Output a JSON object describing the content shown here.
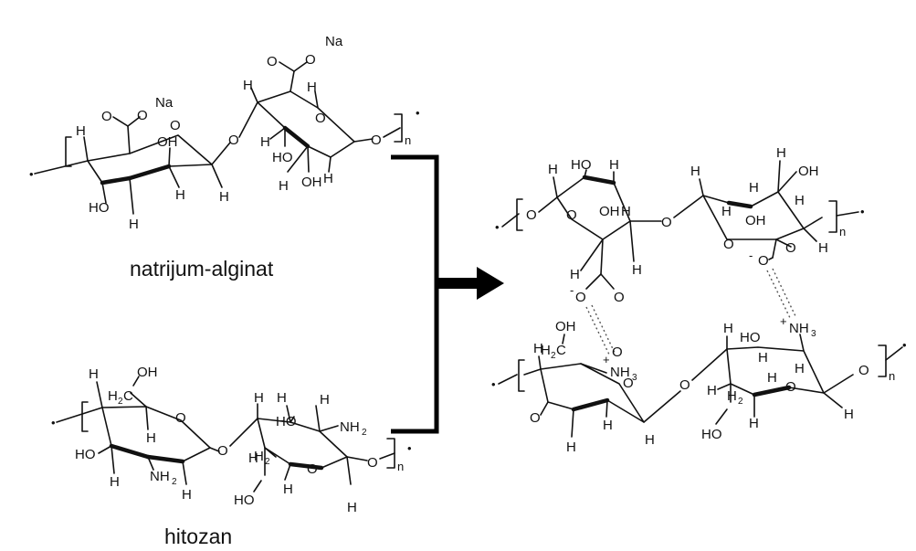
{
  "labels": {
    "alginate_name": "natrijum-alginat",
    "chitosan_name": "hitozan"
  },
  "atoms": {
    "na": "Na",
    "o": "O",
    "h": "H",
    "ho": "HO",
    "oh": "OH",
    "oh_left": "O",
    "nh2_main": "NH",
    "nh3_main": "NH",
    "sub2": "2",
    "sub3": "3",
    "h2c": "H",
    "c": "C",
    "plus": "+",
    "minus": "-",
    "n": "n",
    "dot": "•"
  },
  "colors": {
    "ink": "#111111",
    "arrow": "#000000"
  }
}
